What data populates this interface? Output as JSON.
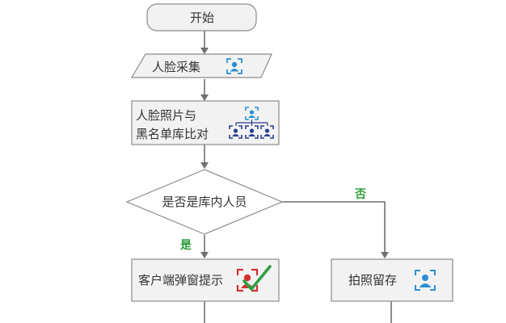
{
  "nodes": {
    "start": {
      "label": "开始"
    },
    "capture": {
      "label": "人脸采集",
      "icon": "face-scan-icon"
    },
    "compare": {
      "label_line1": "人脸照片与",
      "label_line2": "黑名单库比对",
      "icon": "face-hierarchy-icon"
    },
    "decision": {
      "label": "是否是库内人员"
    },
    "alert": {
      "label": "客户端弹窗提示",
      "icon": "face-alert-check-icon"
    },
    "photo": {
      "label": "拍照留存",
      "icon": "face-scan-icon"
    }
  },
  "branches": {
    "yes": "是",
    "no": "否"
  },
  "colors": {
    "stroke": "#8c8c8c",
    "fill": "#f2f2f2",
    "arrow": "#707070",
    "branch": "#2e9e3a",
    "icon_blue": "#2a8fd6",
    "icon_navy": "#2b3b8f",
    "icon_red": "#d43030",
    "check_green": "#2ea043"
  }
}
